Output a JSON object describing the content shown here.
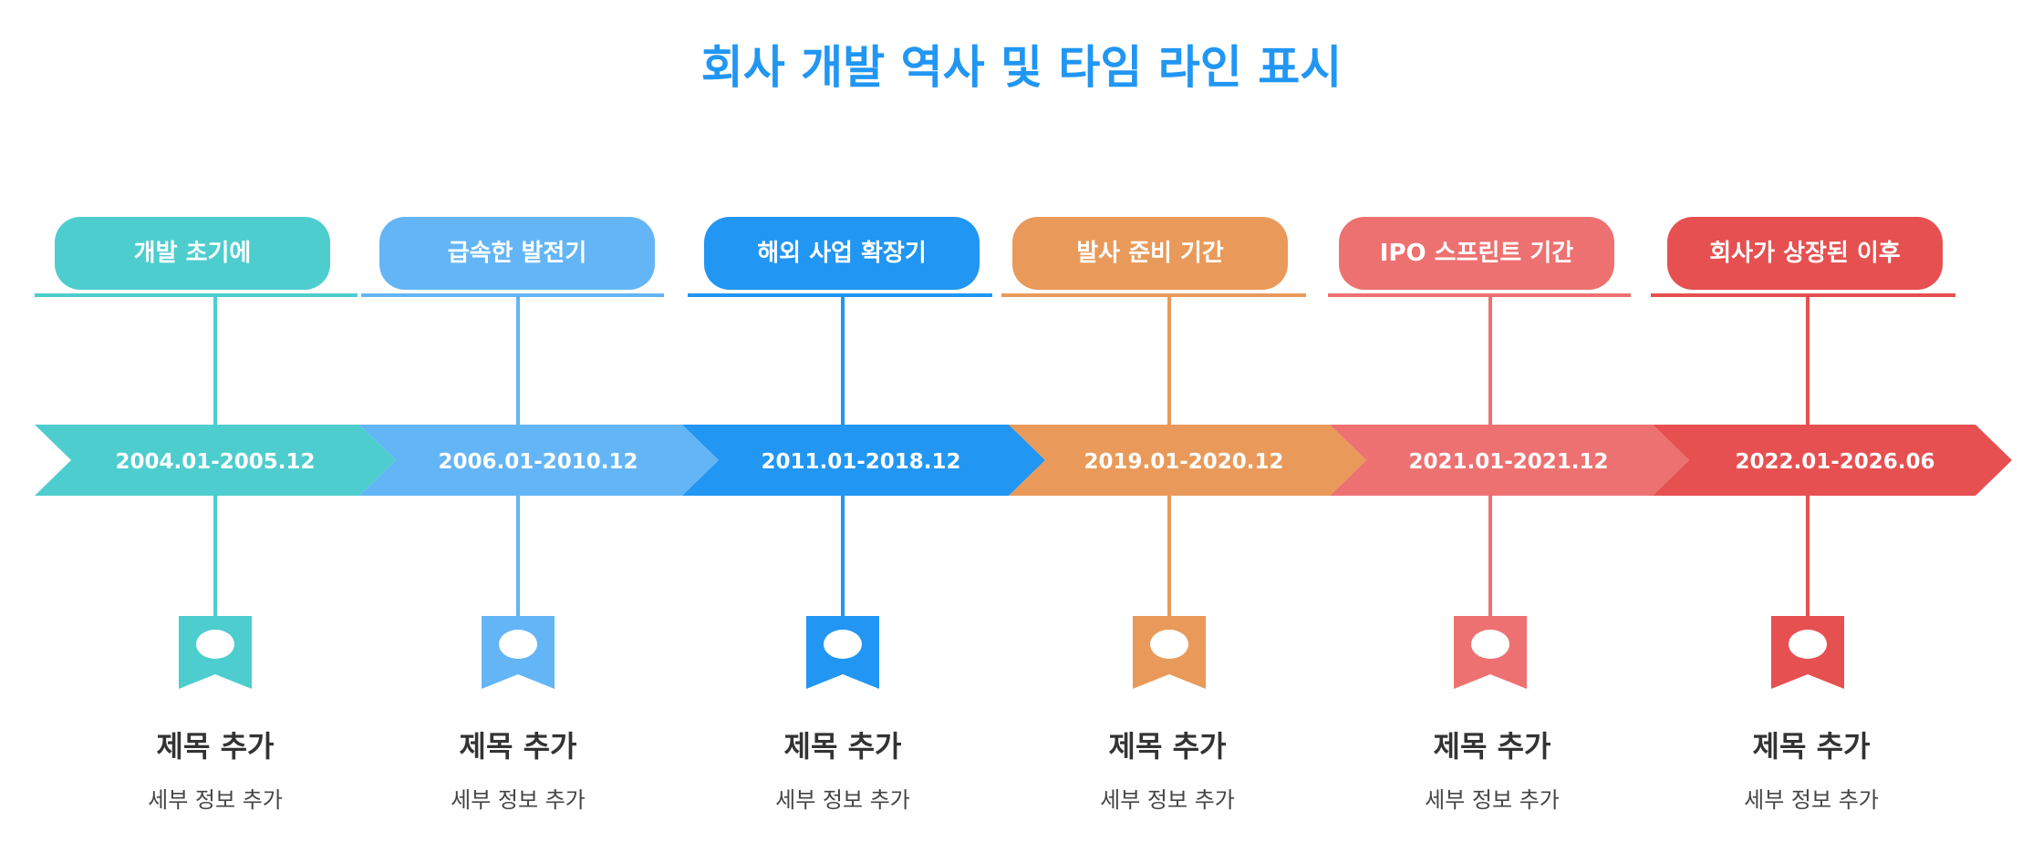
{
  "title": "회사 개발 역사 및 타임 라인 표시",
  "stages": [
    {
      "phase": "개발 초기에",
      "period": "2004.01-2005.12",
      "item_title": "제목 추가",
      "item_detail": "세부 정보 추가",
      "color": "#4ECDCE"
    },
    {
      "phase": "급속한 발전기",
      "period": "2006.01-2010.12",
      "item_title": "제목 추가",
      "item_detail": "세부 정보 추가",
      "color": "#64B5F6"
    },
    {
      "phase": "해외 사업 확장기",
      "period": "2011.01-2018.12",
      "item_title": "제목 추가",
      "item_detail": "세부 정보 추가",
      "color": "#2196F3"
    },
    {
      "phase": "발사 준비 기간",
      "period": "2019.01-2020.12",
      "item_title": "제목 추가",
      "item_detail": "세부 정보 추가",
      "color": "#E99A5A"
    },
    {
      "phase": "IPO 스프린트 기간",
      "period": "2021.01-2021.12",
      "item_title": "제목 추가",
      "item_detail": "세부 정보 추가",
      "color": "#EE7171"
    },
    {
      "phase": "회사가 상장된 이후",
      "period": "2022.01-2026.06",
      "item_title": "제목 추가",
      "item_detail": "세부 정보 추가",
      "color": "#E65050"
    }
  ],
  "icon": "bookmark-flag-icon"
}
